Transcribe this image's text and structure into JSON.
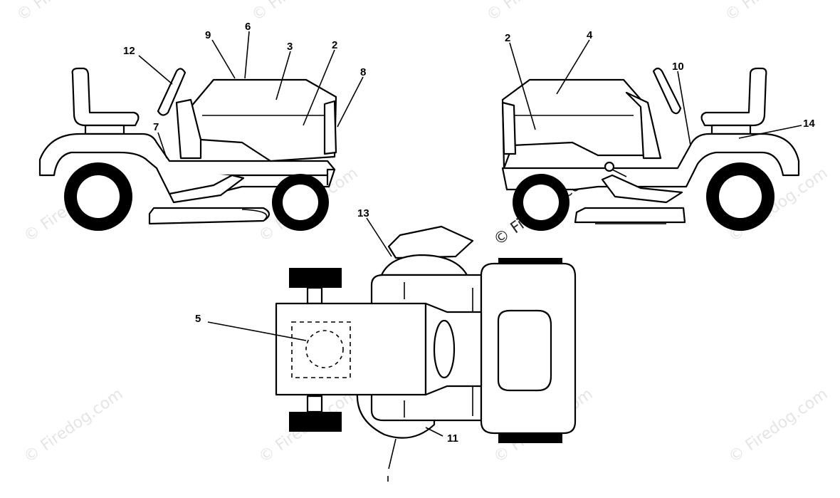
{
  "callouts": {
    "c2a": "2",
    "c2b": "2",
    "c3": "3",
    "c4": "4",
    "c5": "5",
    "c6": "6",
    "c7": "7",
    "c8": "8",
    "c9": "9",
    "c10": "10",
    "c11": "11",
    "c12": "12",
    "c13": "13",
    "c14": "14"
  },
  "watermark": {
    "text": "© Firedog.com",
    "short": "© Fire",
    "featured": "© Firedog.com"
  }
}
